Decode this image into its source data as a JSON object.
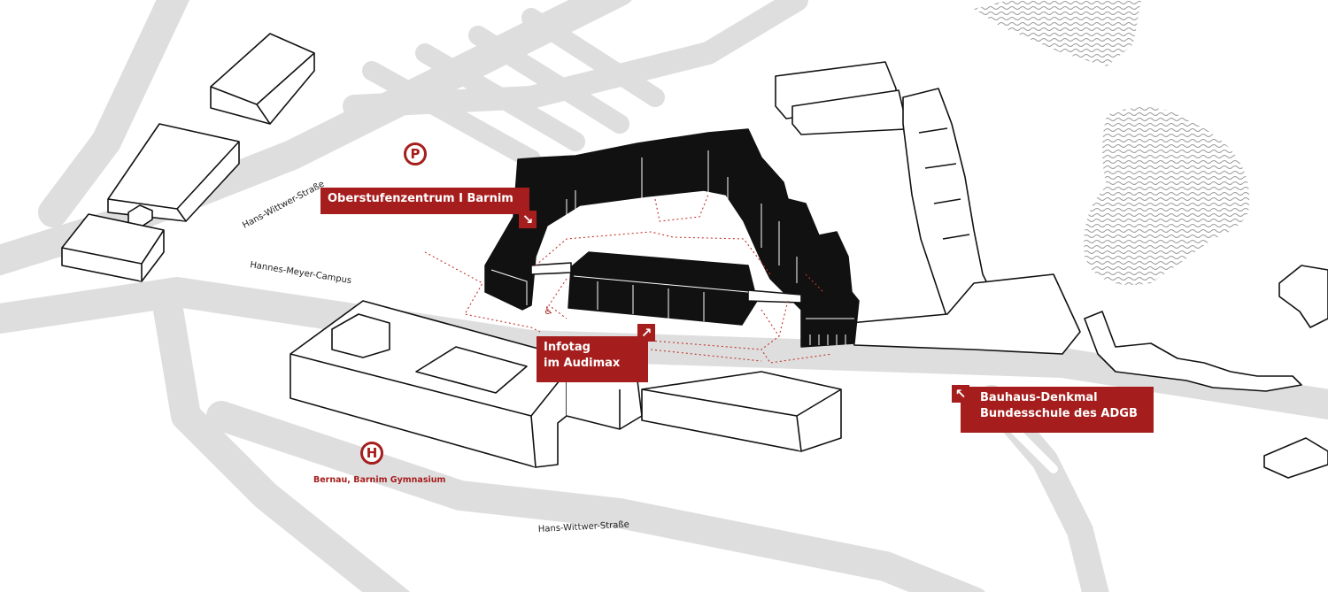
{
  "streets": {
    "hans_wittwer_upper": "Hans-Wittwer-Straße",
    "hannes_meyer": "Hannes-Meyer-Campus",
    "hans_wittwer_lower": "Hans-Wittwer-Straße"
  },
  "labels": {
    "osz": "Oberstufenzentrum I Barnim",
    "infotag_line1": "Infotag",
    "infotag_line2": "im Audimax",
    "bauhaus_line1": "Bauhaus-Denkmal",
    "bauhaus_line2": "Bundesschule des ADGB"
  },
  "icons": {
    "parking": "P",
    "bus_stop": "H",
    "wheelchair": "♿",
    "arrow_down_right": "↘",
    "arrow_up_right": "↗",
    "arrow_up_left": "↖"
  },
  "bus_stop_caption": "Bernau, Barnim Gymnasium",
  "colors": {
    "accent": "#a51e1d",
    "road": "#dedede",
    "building_dark": "#111111",
    "building_outline": "#111111"
  }
}
